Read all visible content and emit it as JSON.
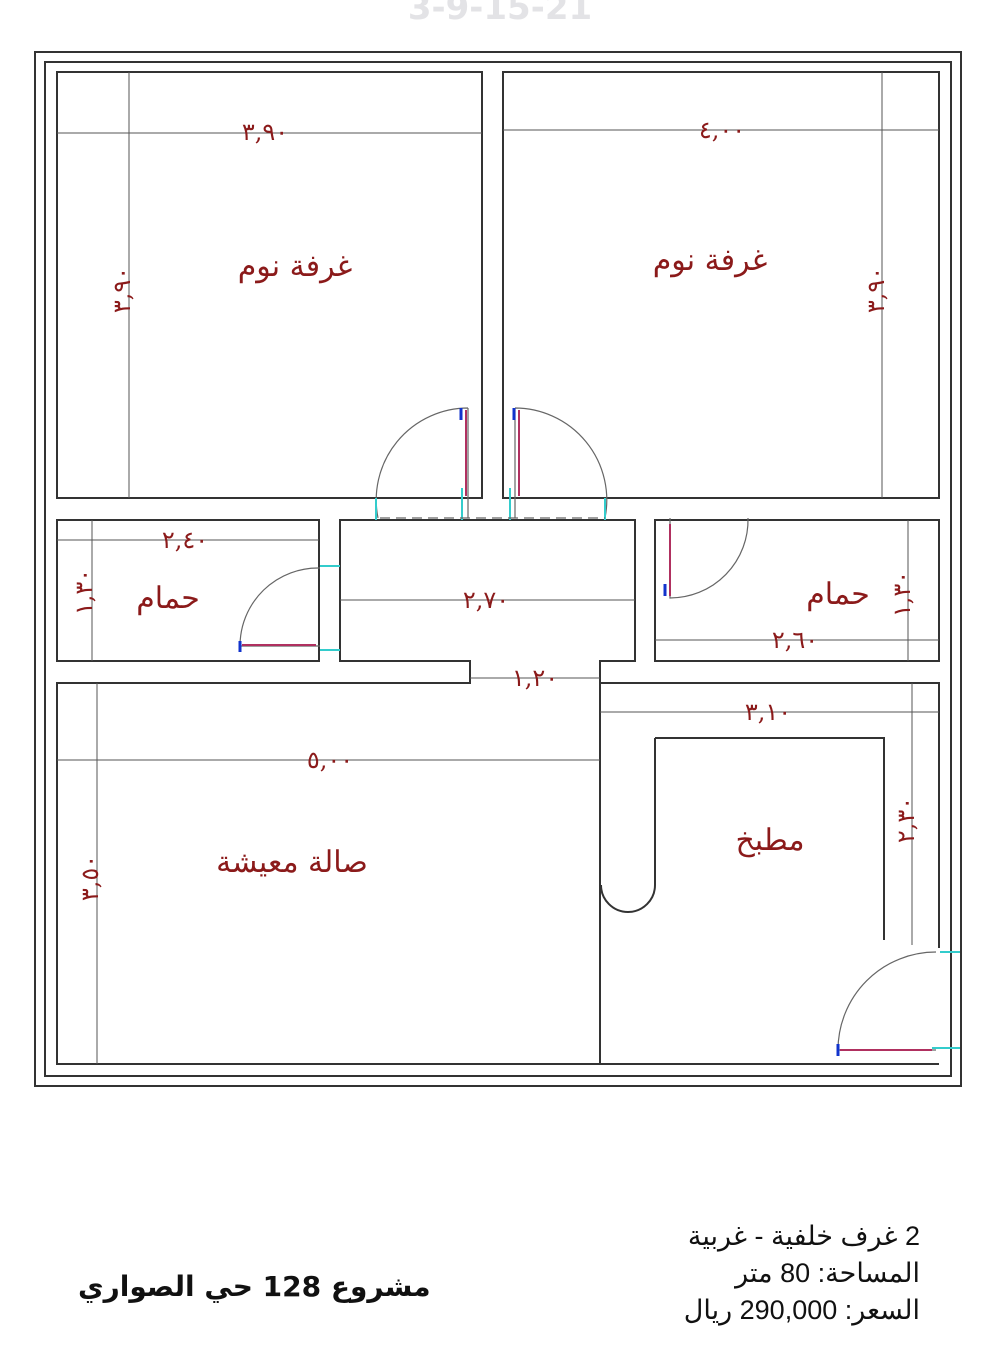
{
  "watermark": "3-9-15-21",
  "rooms": {
    "bedroom_left": "غرفة نوم",
    "bedroom_right": "غرفة نوم",
    "bath_left": "حمام",
    "bath_right": "حمام",
    "living": "صالة معيشة",
    "kitchen": "مطبخ"
  },
  "dims": {
    "bed_left_w": "٣,٩٠",
    "bed_left_h": "٣,٩٠",
    "bed_right_w": "٤,٠٠",
    "bed_right_h": "٣,٩٠",
    "bath_left_w": "٢,٤٠",
    "bath_left_h": "١,٣٠",
    "corridor_w": "٢,٧٠",
    "bath_right_w": "٢,٦٠",
    "bath_right_h": "١,٣٠",
    "opening_w": "١,٢٠",
    "kitchen_w": "٣,١٠",
    "kitchen_h": "٢,٣٠",
    "living_w": "٥,٠٠",
    "living_h": "٣,٥٠"
  },
  "info": {
    "line1": "2 غرف خلفية - غربية",
    "line2": "المساحة: 80 متر",
    "line3": "السعر: 290,000 ريال"
  },
  "project_title": "مشروع 128 حي الصواري"
}
